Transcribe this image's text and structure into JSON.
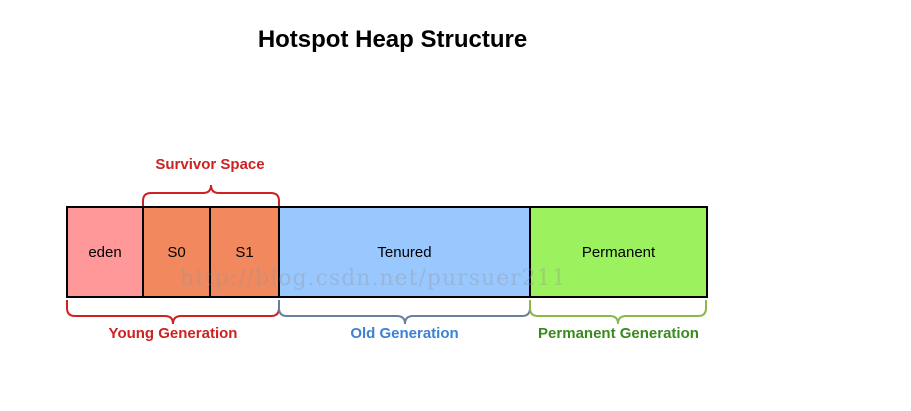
{
  "title": "Hotspot Heap Structure",
  "survivor_space": {
    "label": "Survivor Space",
    "color": "#cc2222"
  },
  "regions": {
    "eden": {
      "label": "eden",
      "color": "#ff9999"
    },
    "s0": {
      "label": "S0",
      "color": "#f2895e"
    },
    "s1": {
      "label": "S1",
      "color": "#f2895e"
    },
    "tenured": {
      "label": "Tenured",
      "color": "#99c8ff"
    },
    "permanent": {
      "label": "Permanent",
      "color": "#9cf25e"
    }
  },
  "generations": {
    "young": {
      "label": "Young Generation",
      "color": "#cc2222"
    },
    "old": {
      "label": "Old Generation",
      "color": "#3b82d6"
    },
    "permanent": {
      "label": "Permanent Generation",
      "color": "#3a8a1e"
    }
  },
  "watermark": "http://blog.csdn.net/pursuer211"
}
